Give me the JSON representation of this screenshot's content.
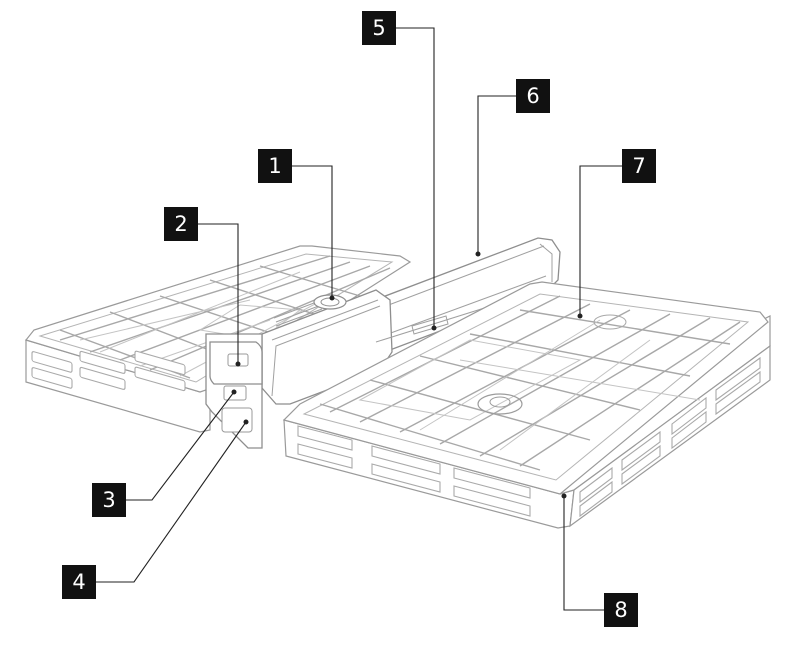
{
  "callouts": [
    {
      "id": "callout-1",
      "label": "1"
    },
    {
      "id": "callout-2",
      "label": "2"
    },
    {
      "id": "callout-3",
      "label": "3"
    },
    {
      "id": "callout-4",
      "label": "4"
    },
    {
      "id": "callout-5",
      "label": "5"
    },
    {
      "id": "callout-6",
      "label": "6"
    },
    {
      "id": "callout-7",
      "label": "7"
    },
    {
      "id": "callout-8",
      "label": "8"
    }
  ],
  "colors": {
    "callout_fill": "#111111",
    "callout_text": "#ffffff",
    "line_art": "#9a9a9a",
    "background": "#ffffff"
  }
}
